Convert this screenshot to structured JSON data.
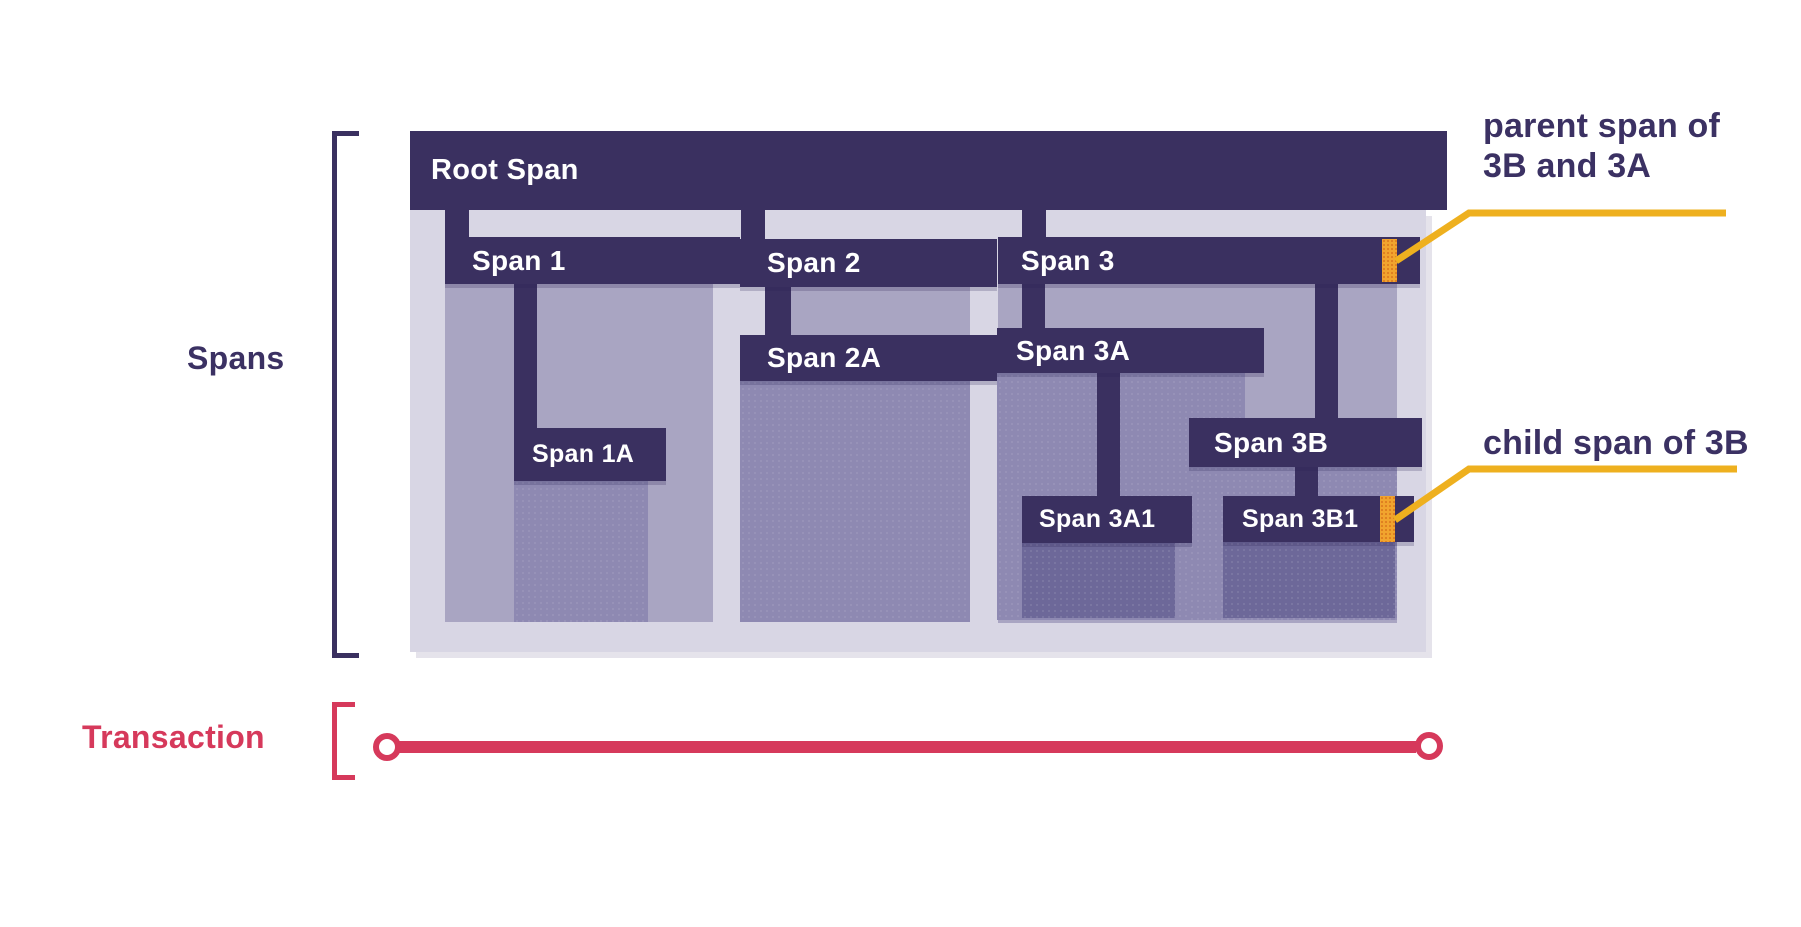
{
  "colors": {
    "bar": "#3a3060",
    "body1": "#a9a5c2",
    "body2": "#8e89b2",
    "body3": "#6d6899",
    "container": "#d8d6e4",
    "yellow": "#eeb01f",
    "orange": "#f1a42e",
    "red": "#d6395b",
    "dark-text": "#3b3163",
    "bar-text": "#ffffff"
  },
  "left_labels": {
    "spans": "Spans",
    "transaction": "Transaction"
  },
  "spans": {
    "root": "Root Span",
    "span1": "Span 1",
    "span1a": "Span 1A",
    "span2": "Span 2",
    "span2a": "Span 2A",
    "span3": "Span 3",
    "span3a": "Span 3A",
    "span3a1": "Span 3A1",
    "span3b": "Span 3B",
    "span3b1": "Span 3B1"
  },
  "annotations": {
    "parent_line1": "parent span of",
    "parent_line2": "3B and 3A",
    "child": "child span of 3B"
  }
}
